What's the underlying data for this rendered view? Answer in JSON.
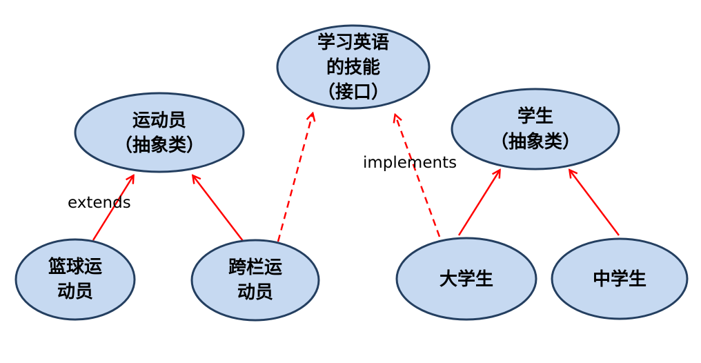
{
  "nodes": {
    "interface": {
      "lines": [
        "学习英语",
        "的技能",
        "（接口）"
      ]
    },
    "athlete": {
      "lines": [
        "运动员",
        "（抽象类）"
      ]
    },
    "student": {
      "lines": [
        "学生",
        "（抽象类）"
      ]
    },
    "basketball": {
      "lines": [
        "篮球运",
        "动员"
      ]
    },
    "hurdler": {
      "lines": [
        "跨栏运",
        "动员"
      ]
    },
    "college": {
      "lines": [
        "大学生"
      ]
    },
    "middle": {
      "lines": [
        "中学生"
      ]
    }
  },
  "labels": {
    "extends": "extends",
    "implements": "implements"
  },
  "colors": {
    "node_fill": "#c6d9f1",
    "node_stroke": "#243f60",
    "arrow": "#ff0000"
  }
}
